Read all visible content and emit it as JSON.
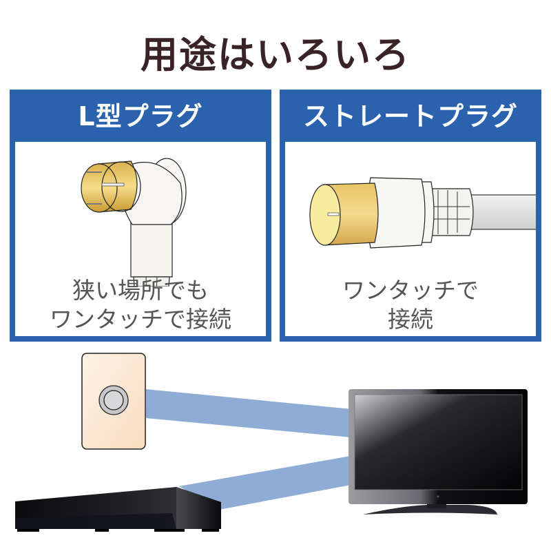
{
  "title": "用途はいろいろ",
  "panels": [
    {
      "heading": "L型プラグ",
      "caption_line1": "狭い場所でも",
      "caption_line2": "ワンタッチで接続",
      "icon": "l-shaped-antenna-plug"
    },
    {
      "heading": "ストレートプラグ",
      "caption_line1": "ワンタッチで",
      "caption_line2": "接続",
      "icon": "straight-antenna-plug"
    }
  ],
  "scene": {
    "items": [
      "antenna-wall-outlet",
      "television",
      "recorder"
    ],
    "connection_color": "#8eacd5"
  },
  "colors": {
    "panel_blue": "#2a62ad",
    "title_text": "#3a2326",
    "caption_text": "#555555",
    "gold": "#e8c25a"
  }
}
